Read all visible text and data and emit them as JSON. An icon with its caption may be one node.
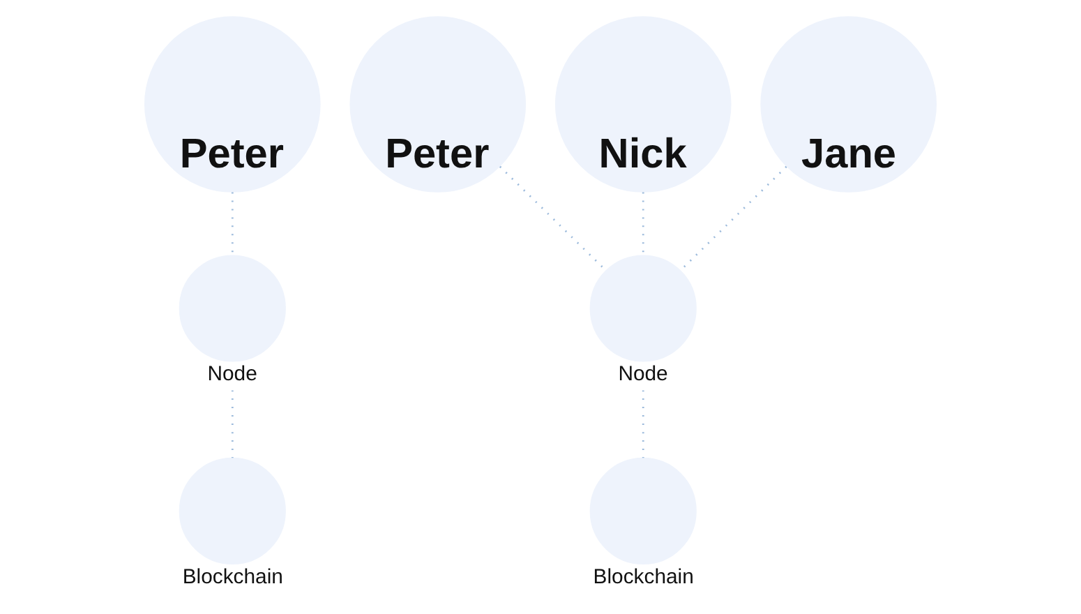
{
  "diagram": {
    "nodes": [
      {
        "text": [
          "Peter"
        ]
      },
      {
        "text": [],
        "shape": "circle",
        "beside": [
          "Node"
        ]
      },
      {
        "text": [],
        "shape": "circle",
        "beside": [
          "Blockchain"
        ]
      },
      {
        "text": [
          "Peter"
        ]
      },
      {
        "text": [
          "Nick"
        ]
      },
      {
        "text": [
          "Jane"
        ]
      },
      {
        "text": [],
        "shape": "circle",
        "beside": [
          "Node"
        ]
      },
      {
        "text": [],
        "shape": "circle",
        "beside": [
          "Blockchain"
        ]
      }
    ],
    "edges": [
      {
        "from": 0,
        "to": 1,
        "arrow": "none",
        "style": "dashed"
      },
      {
        "from": 1,
        "to": 2,
        "arrow": "none",
        "style": "dashed"
      },
      {
        "from": 3,
        "to": 6,
        "arrow": "none",
        "style": "dashed"
      },
      {
        "from": 4,
        "to": 6,
        "arrow": "none",
        "style": "dashed"
      },
      {
        "from": 5,
        "to": 6,
        "arrow": "none",
        "style": "dashed"
      },
      {
        "from": 6,
        "to": 7,
        "arrow": "none",
        "style": "dashed"
      }
    ]
  }
}
